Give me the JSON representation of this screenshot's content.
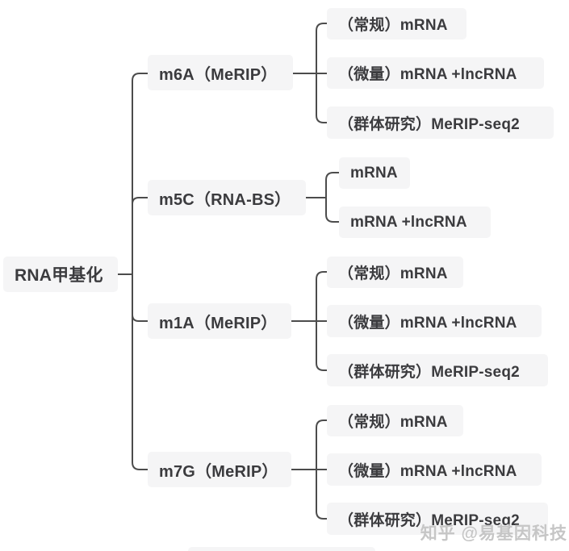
{
  "diagram_title": "RNA甲基化",
  "root": {
    "label": "RNA甲基化"
  },
  "branches": [
    {
      "label": "m6A（MeRIP）",
      "children": [
        "（常规）mRNA",
        "（微量）mRNA +lncRNA",
        "（群体研究）MeRIP-seq2"
      ]
    },
    {
      "label": "m5C（RNA-BS）",
      "children": [
        "mRNA",
        "mRNA +lncRNA"
      ]
    },
    {
      "label": "m1A（MeRIP）",
      "children": [
        "（常规）mRNA",
        "（微量）mRNA +lncRNA",
        "（群体研究）MeRIP-seq2"
      ]
    },
    {
      "label": "m7G（MeRIP）",
      "children": [
        "（常规）mRNA",
        "（微量）mRNA +lncRNA",
        "（群体研究）MeRIP-seq2"
      ]
    }
  ],
  "watermark": "知乎 @易基因科技",
  "colors": {
    "node_bg": "#f5f5f6",
    "text": "#3b3b3e",
    "line": "#4c4c4c",
    "watermark": "#c6c6c6",
    "page_bg": "#ffffff"
  }
}
